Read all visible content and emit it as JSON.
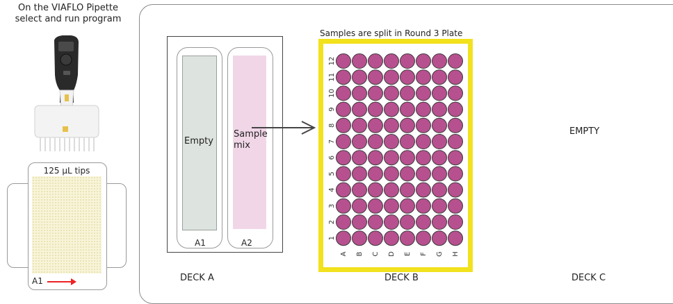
{
  "instruction": {
    "line1": "On the VIAFLO Pipette",
    "line2": "select and run program"
  },
  "tips": {
    "label": "125 µL tips",
    "start_position": "A1"
  },
  "deck_a": {
    "label": "DECK A",
    "troughs": [
      {
        "position": "A1",
        "content": "Empty",
        "color": "#dde3de"
      },
      {
        "position": "A2",
        "content_line1": "Sample",
        "content_line2": "mix",
        "color": "#f1d6e8"
      }
    ]
  },
  "deck_b": {
    "label": "DECK B",
    "plate_title": "Samples are split in Round 3 Plate",
    "frame_color": "#f2e11d",
    "well_color": "#b7508f",
    "rows": [
      "A",
      "B",
      "C",
      "D",
      "E",
      "F",
      "G",
      "H"
    ],
    "columns": [
      "1",
      "2",
      "3",
      "4",
      "5",
      "6",
      "7",
      "8",
      "9",
      "10",
      "11",
      "12"
    ]
  },
  "deck_c": {
    "label": "DECK C",
    "status": "EMPTY"
  }
}
